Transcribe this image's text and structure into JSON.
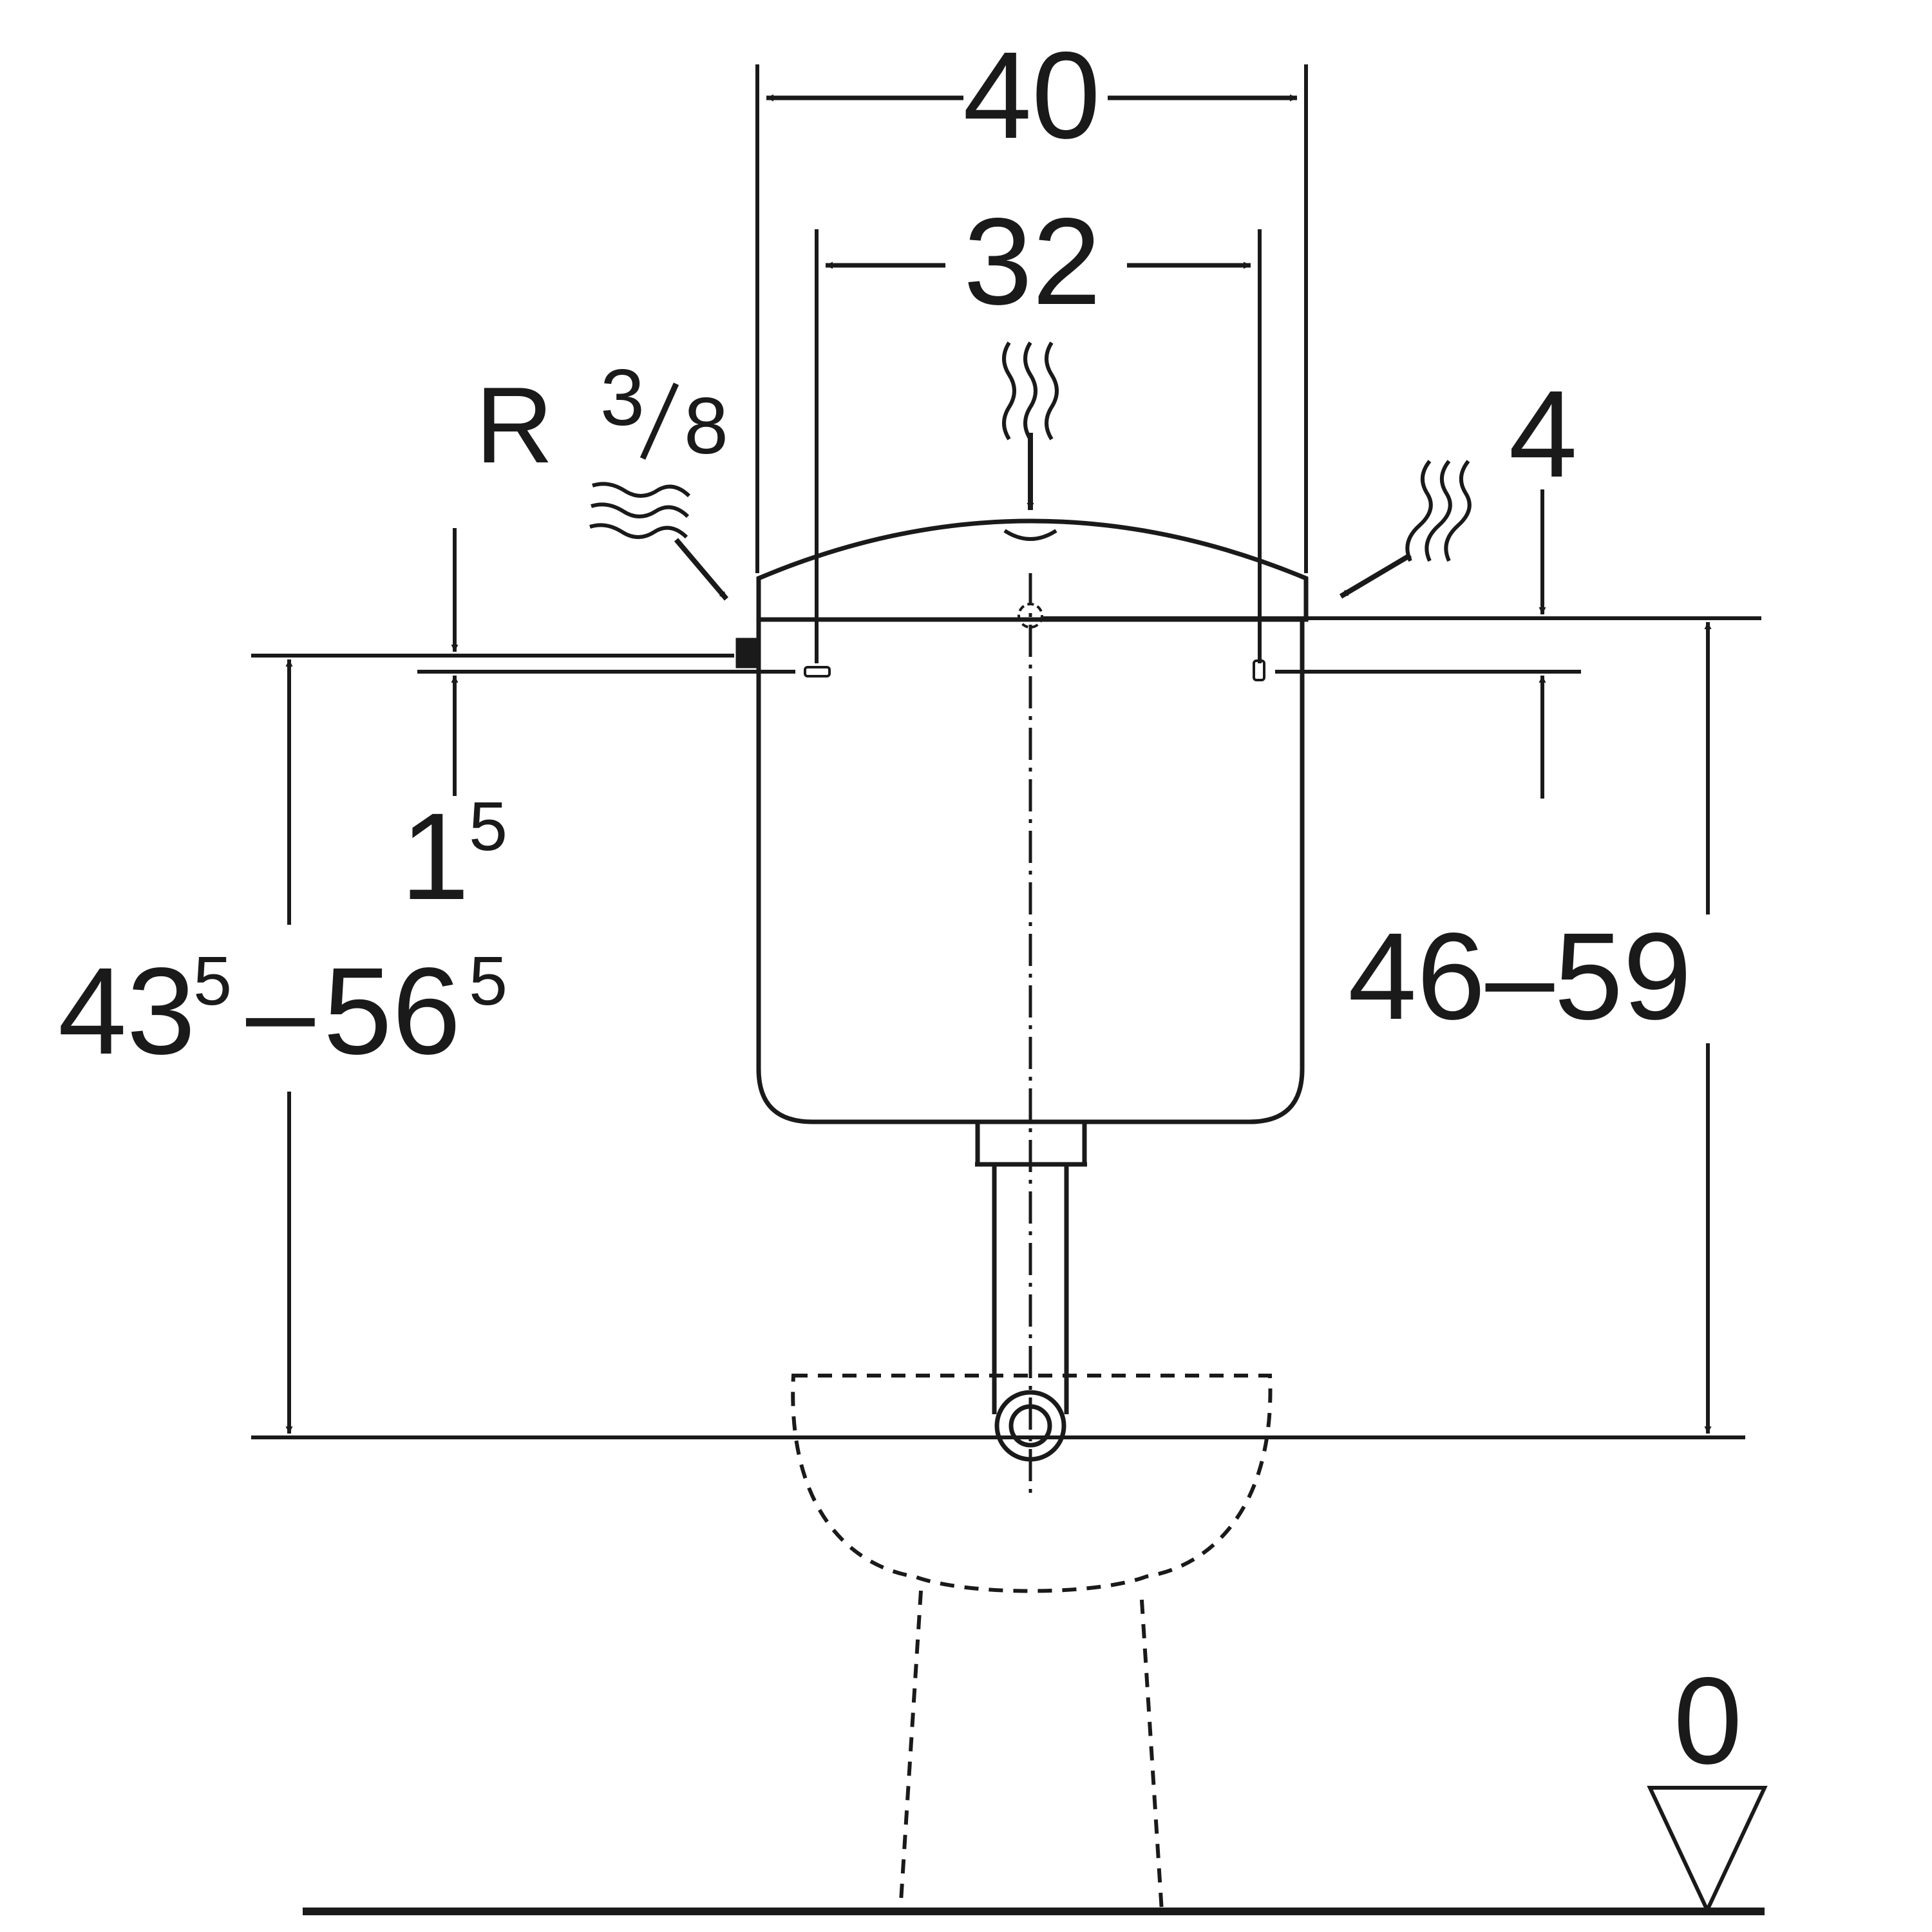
{
  "dimensions": {
    "width_outer": "40",
    "width_inner": "32",
    "inlet_thread_prefix": "R",
    "inlet_thread_num": "3",
    "inlet_thread_den": "8",
    "inlet_offset_top": "4",
    "left_offset_base": "1",
    "left_offset_sup": "5",
    "left_height_a": "43",
    "left_height_a_sup": "5",
    "left_height_sep": "–",
    "left_height_b": "56",
    "left_height_b_sup": "5",
    "right_height": "46–59",
    "floor_level": "0"
  },
  "colors": {
    "line": "#1a1a1a",
    "background": "#ffffff"
  }
}
